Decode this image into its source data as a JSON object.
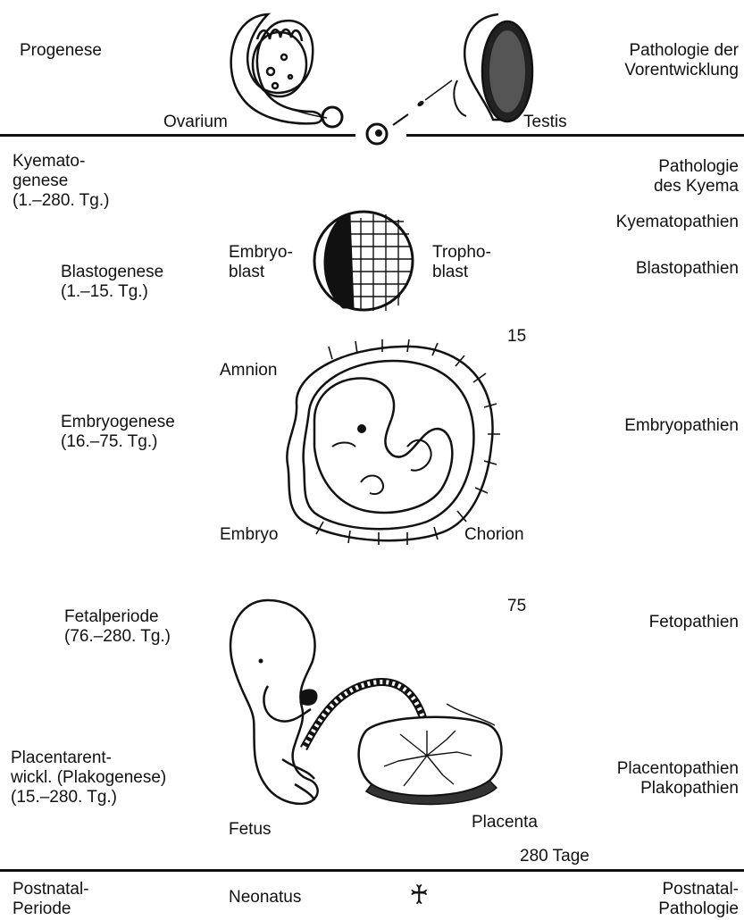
{
  "left": {
    "progenese": "Progenese",
    "kyematogenese": "Kyemato-\ngenese\n(1.–280. Tg.)",
    "blastogenese": "Blastogenese\n(1.–15. Tg.)",
    "embryogenese": "Embryogenese\n(16.–75. Tg.)",
    "fetalperiode": "Fetalperiode\n(76.–280. Tg.)",
    "placentarentwicklung": "Placentarent-\nwickl. (Plakogenese)\n(15.–280. Tg.)",
    "postnatal": "Postnatal-\nPeriode"
  },
  "center": {
    "ovarium": "Ovarium",
    "testis": "Testis",
    "embryoblast": "Embryo-\nblast",
    "trophoblast": "Tropho-\nblast",
    "amnion": "Amnion",
    "embryo": "Embryo",
    "chorion": "Chorion",
    "fetus": "Fetus",
    "placenta": "Placenta",
    "neonatus": "Neonatus",
    "day_15": "15",
    "day_75": "75",
    "day_280": "280 Tage",
    "death_symbol": "♰"
  },
  "right": {
    "vorentwicklung": "Pathologie der\nVorentwicklung",
    "kyema": "Pathologie\ndes Kyema",
    "kyematopathien": "Kyematopathien",
    "blastopathien": "Blastopathien",
    "embryopathien": "Embryopathien",
    "fetopathien": "Fetopathien",
    "placentopathien": "Placentopathien\nPlakopathien",
    "postnatal_pathologie": "Postnatal-\nPathologie"
  },
  "icons": [
    "ovary-drawing",
    "testis-drawing",
    "blastocyst-drawing",
    "embryo-drawing",
    "fetus-drawing",
    "placenta-drawing",
    "cross-icon"
  ]
}
